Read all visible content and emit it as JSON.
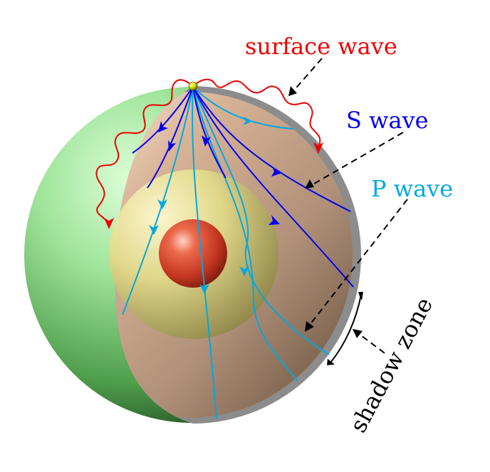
{
  "labels": {
    "surface_wave": "surface wave",
    "s_wave": "S wave",
    "p_wave": "P wave",
    "shadow_zone": "shadow zone"
  },
  "colors": {
    "surface_wave": "#ee0000",
    "s_wave": "#0000ee",
    "p_wave": "#00a8e0",
    "pointer": "#000000",
    "crust": "#5fb85f",
    "mantle": "#b8957a",
    "outer_core": "#d8cf7a",
    "inner_core": "#c83a25",
    "epicenter": "#d8d800"
  }
}
